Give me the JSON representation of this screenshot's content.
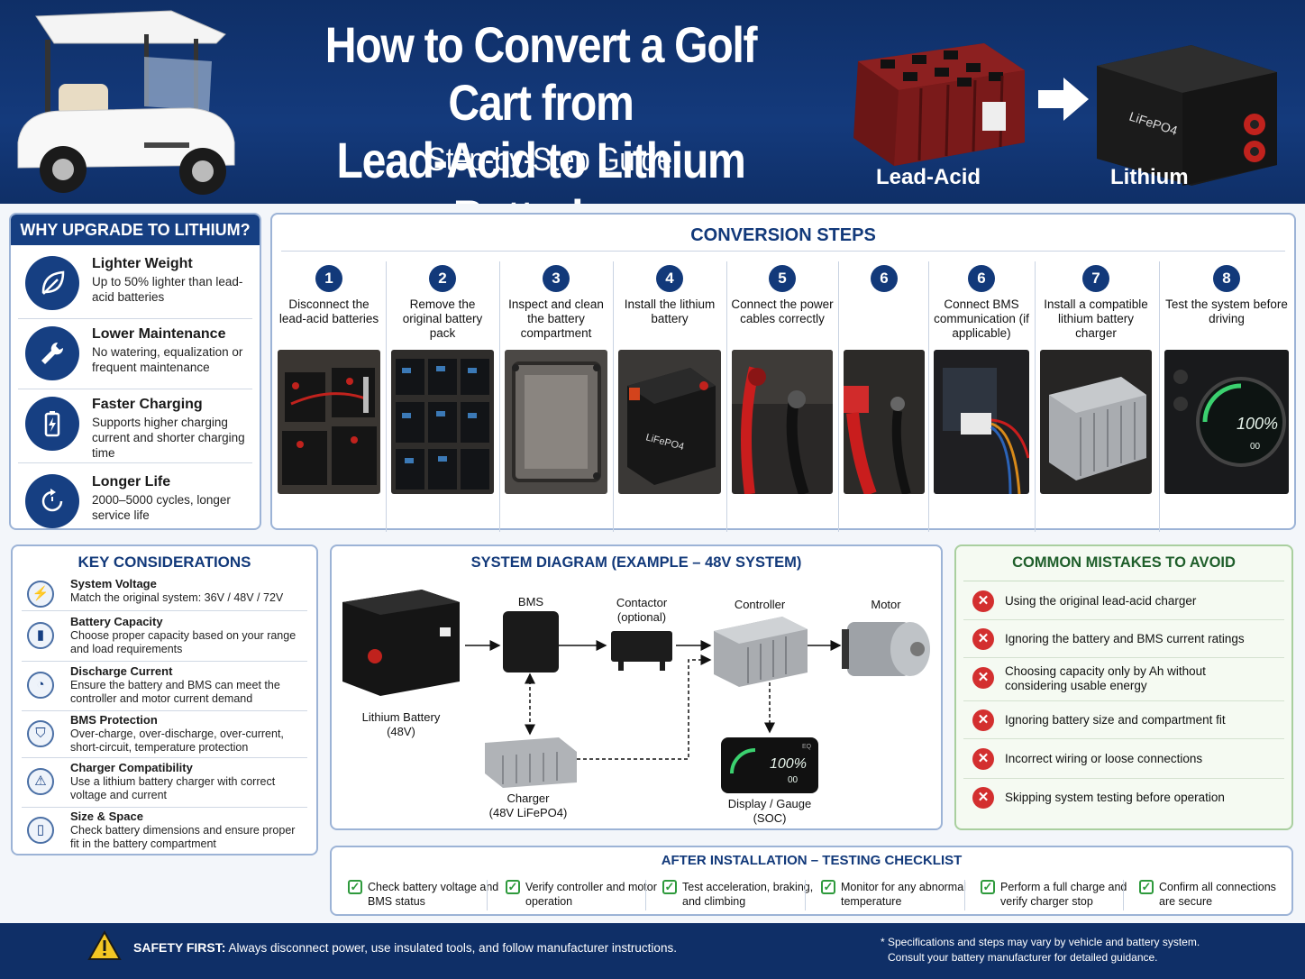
{
  "header": {
    "title_line1": "How to Convert a Golf Cart from",
    "title_line2": "Lead-Acid to Lithium Batteries",
    "subtitle": "Step-by-Step Guide",
    "lead_acid_label": "Lead-Acid",
    "lithium_label": "Lithium",
    "lithium_battery_print": "LiFePO4"
  },
  "why": {
    "title": "WHY UPGRADE TO LITHIUM?",
    "items": [
      {
        "title": "Lighter Weight",
        "desc": "Up to 50% lighter than lead-acid batteries",
        "icon": "leaf-icon"
      },
      {
        "title": "Lower Maintenance",
        "desc": "No watering, equalization or frequent maintenance",
        "icon": "wrench-icon"
      },
      {
        "title": "Faster Charging",
        "desc": "Supports higher charging current and shorter charging time",
        "icon": "battery-bolt-icon"
      },
      {
        "title": "Longer Life",
        "desc": "2000–5000 cycles, longer service life",
        "icon": "cycle-icon"
      }
    ]
  },
  "steps": {
    "title": "CONVERSION STEPS",
    "items": [
      {
        "num": "1",
        "label": "Disconnect the lead-acid batteries"
      },
      {
        "num": "2",
        "label": "Remove the original battery pack"
      },
      {
        "num": "3",
        "label": "Inspect and clean the battery compartment"
      },
      {
        "num": "4",
        "label": "Install the lithium battery"
      },
      {
        "num": "5",
        "label": "Connect the power cables correctly"
      },
      {
        "num": "6",
        "label": ""
      },
      {
        "num": "6",
        "label": "Connect BMS communication (if applicable)"
      },
      {
        "num": "7",
        "label": "Install a compatible lithium battery charger"
      },
      {
        "num": "8",
        "label": "Test the system before driving"
      }
    ],
    "photo_battery_print": "LiFePO4",
    "photo_gauge_print": "100%",
    "photo_gauge_sub": "00"
  },
  "key": {
    "title": "KEY CONSIDERATIONS",
    "items": [
      {
        "title": "System Voltage",
        "desc": "Match the original system: 36V / 48V / 72V",
        "icon": "voltage-icon"
      },
      {
        "title": "Battery Capacity",
        "desc": "Choose proper capacity based on your range and load requirements",
        "icon": "battery-icon"
      },
      {
        "title": "Discharge Current",
        "desc": "Ensure the battery and BMS can meet the controller and motor current demand",
        "icon": "gauge-icon"
      },
      {
        "title": "BMS Protection",
        "desc": "Over-charge, over-discharge, over-current, short-circuit, temperature protection",
        "icon": "shield-icon"
      },
      {
        "title": "Charger Compatibility",
        "desc": "Use a lithium battery charger with correct voltage and current",
        "icon": "charger-icon"
      },
      {
        "title": "Size & Space",
        "desc": "Check battery dimensions and ensure proper fit in the battery compartment",
        "icon": "size-icon"
      }
    ]
  },
  "diagram": {
    "title": "SYSTEM DIAGRAM (EXAMPLE – 48V SYSTEM)",
    "battery_label": "Lithium Battery\n(48V)",
    "bms_label": "BMS",
    "contactor_label": "Contactor\n(optional)",
    "controller_label": "Controller",
    "motor_label": "Motor",
    "charger_label": "Charger\n(48V LiFePO4)",
    "display_label": "Display / Gauge\n(SOC)",
    "display_value": "100%",
    "display_sub": "00",
    "display_corner": "EQ"
  },
  "mistakes": {
    "title": "COMMON MISTAKES TO AVOID",
    "items": [
      "Using the original lead-acid charger",
      "Ignoring the battery and BMS current ratings",
      "Choosing capacity only by Ah without considering usable energy",
      "Ignoring battery size and compartment fit",
      "Incorrect wiring or loose connections",
      "Skipping system testing before operation"
    ]
  },
  "checklist": {
    "title": "AFTER INSTALLATION – TESTING CHECKLIST",
    "items": [
      "Check battery voltage and BMS status",
      "Verify controller and motor operation",
      "Test acceleration, braking, and climbing",
      "Monitor for any abnormal temperature",
      "Perform a full charge and verify charger stop",
      "Confirm all connections are secure"
    ]
  },
  "footer": {
    "safety_label": "SAFETY FIRST:",
    "safety_text": "Always disconnect power, use insulated tools, and follow manufacturer instructions.",
    "note_line1": "* Specifications and steps may vary by vehicle and battery system.",
    "note_line2": "Consult your battery manufacturer for detailed guidance."
  },
  "colors": {
    "navy": "#0f2f67",
    "accent_blue": "#12397a",
    "mistake_red": "#d32f2f",
    "check_green": "#2e9a3c",
    "mistake_title_green": "#1e5e2a"
  }
}
